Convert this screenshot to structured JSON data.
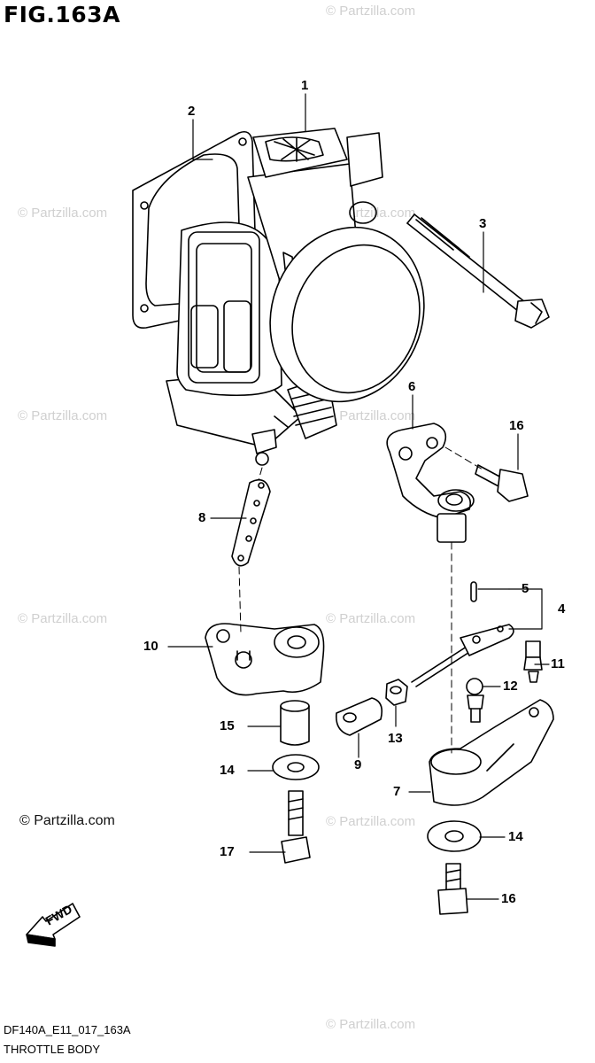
{
  "figure": {
    "title": "FIG.163A"
  },
  "watermark": {
    "text": "© Partzilla.com",
    "main": "© Partzilla.com"
  },
  "footer": {
    "code": "DF140A_E11_017_163A",
    "caption": "THROTTLE BODY"
  },
  "fwd_label": "FWD",
  "callouts": [
    "1",
    "2",
    "3",
    "4",
    "5",
    "6",
    "7",
    "8",
    "9",
    "10",
    "11",
    "12",
    "13",
    "14",
    "14",
    "15",
    "16",
    "16",
    "17"
  ],
  "colors": {
    "line": "#000000",
    "watermark": "#d0d0d0",
    "background": "#ffffff"
  }
}
